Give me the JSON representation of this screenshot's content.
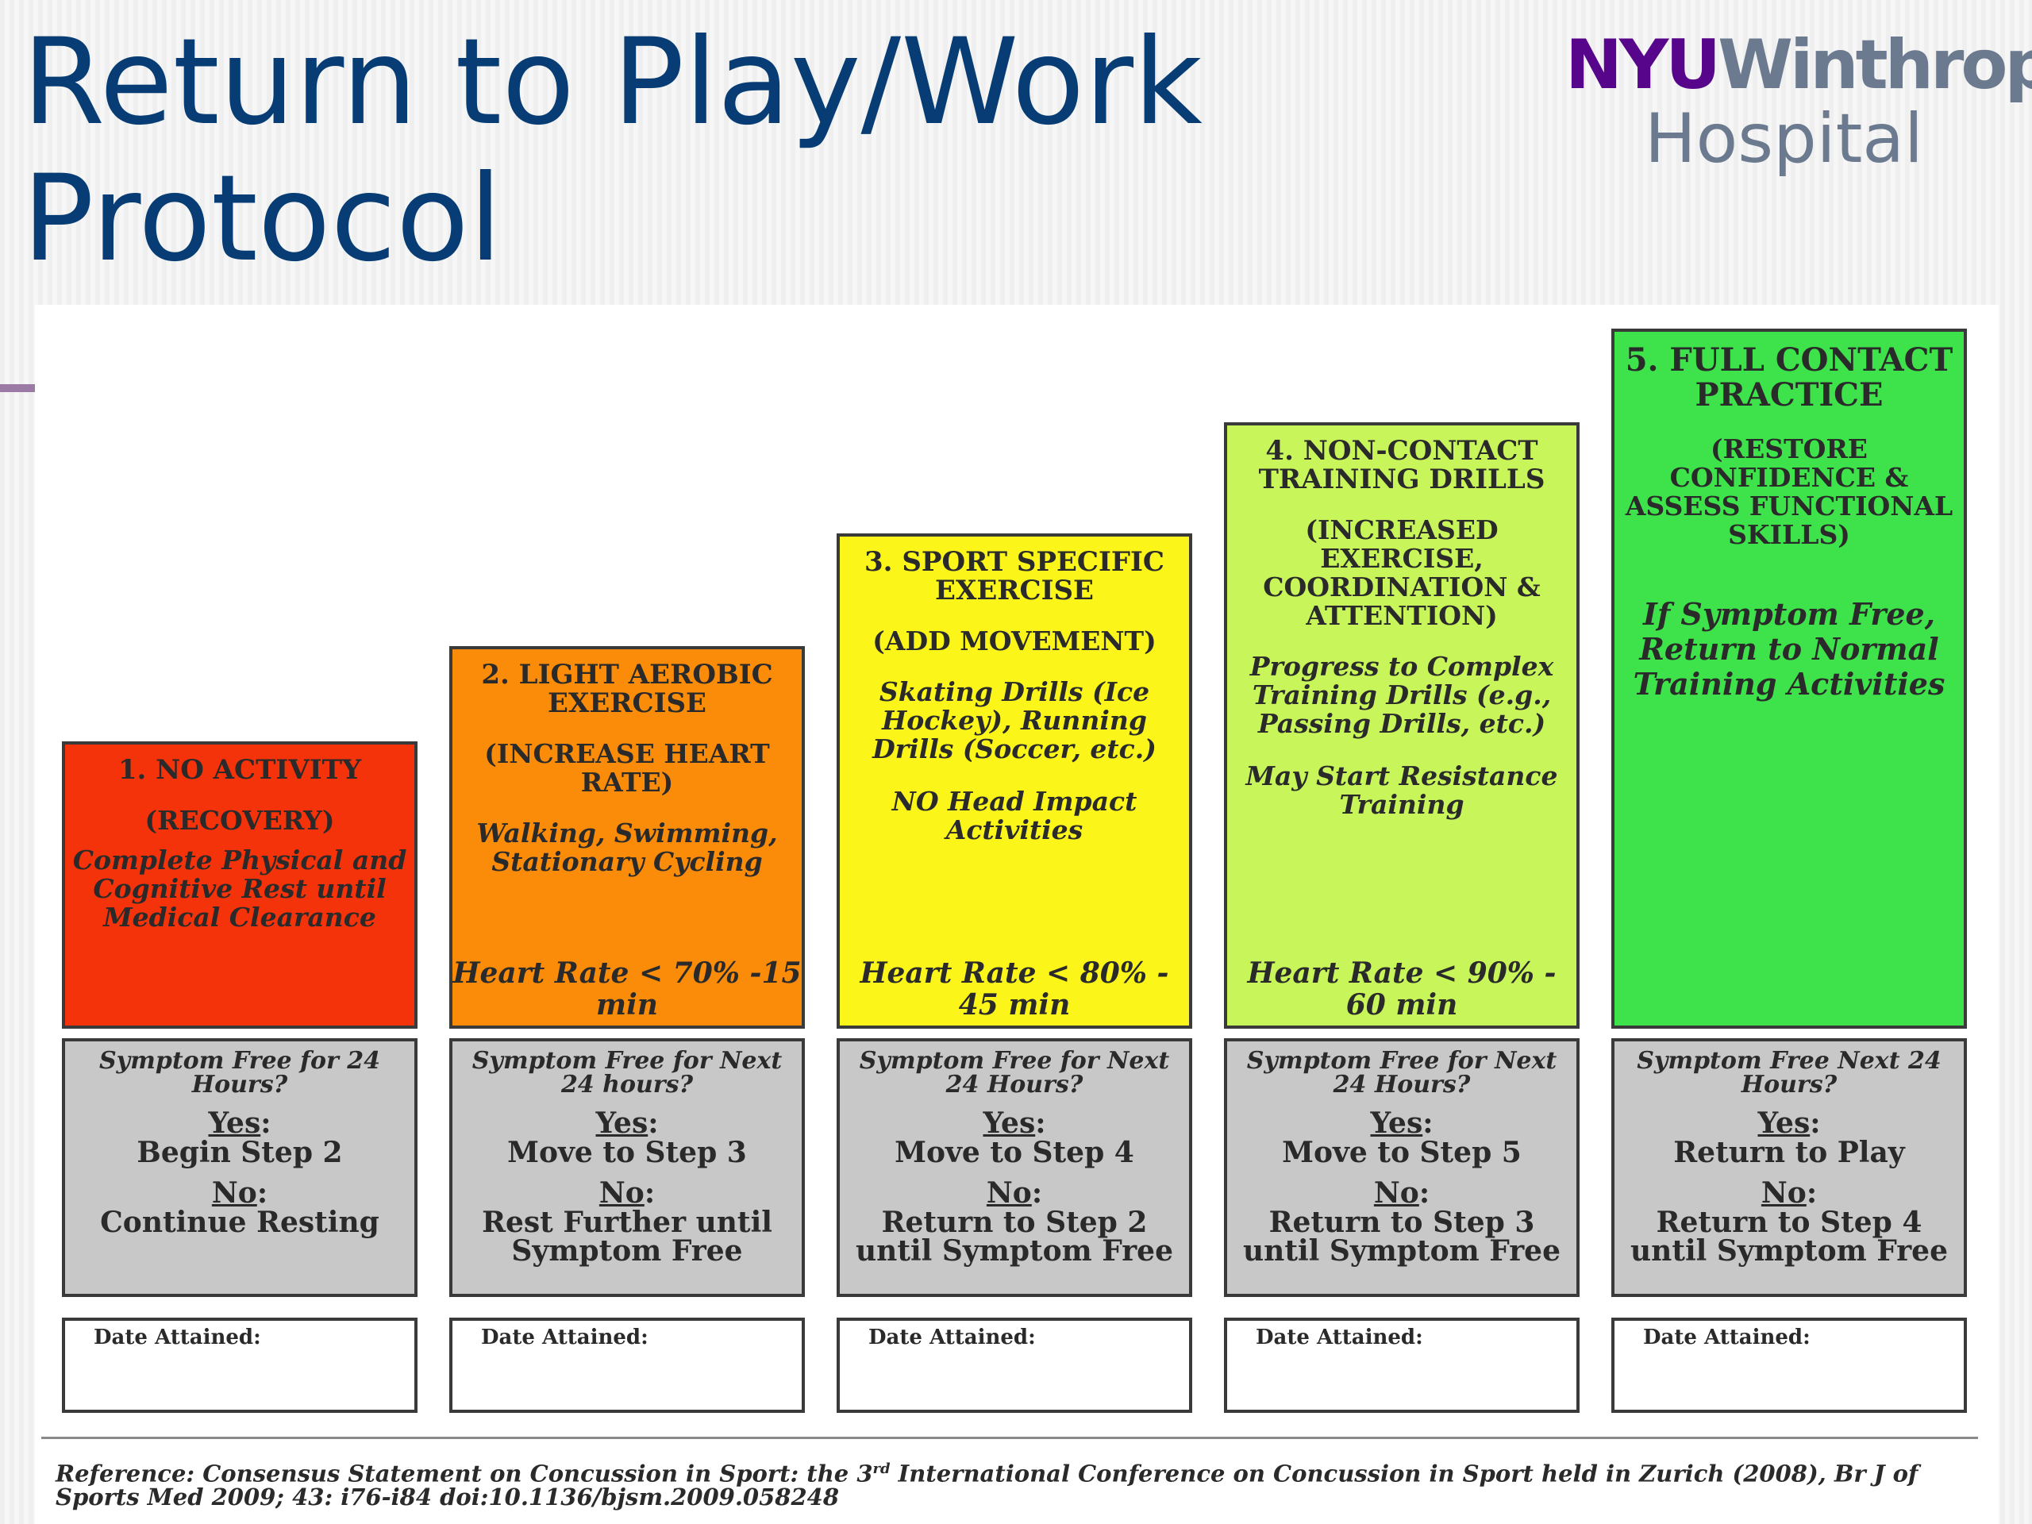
{
  "title": {
    "line1": "Return to Play/Work",
    "line2": "Protocol"
  },
  "logo": {
    "nyu": "NYU",
    "winthrop": "Winthrop",
    "hospital": "Hospital"
  },
  "stages": [
    {
      "title": "1. NO ACTIVITY",
      "subtitle": "(RECOVERY)",
      "description": "Complete Physical and Cognitive Rest until Medical Clearance",
      "heart_rate": "",
      "color": "#f5330a",
      "question": "Symptom Free for 24 Hours?",
      "yes_label": "Yes",
      "yes_action": "Begin Step 2",
      "no_label": "No",
      "no_action": "Continue Resting",
      "date_label": "Date Attained:"
    },
    {
      "title": "2. LIGHT AEROBIC EXERCISE",
      "subtitle": "(INCREASE HEART RATE)",
      "description": "Walking, Swimming, Stationary Cycling",
      "heart_rate": "Heart Rate < 70% -15 min",
      "color": "#fa8c0a",
      "question": "Symptom Free for Next 24 hours?",
      "yes_label": "Yes",
      "yes_action": "Move to Step 3",
      "no_label": "No",
      "no_action": "Rest Further until Symptom Free",
      "date_label": "Date Attained:"
    },
    {
      "title": "3. SPORT SPECIFIC EXERCISE",
      "subtitle": "(ADD MOVEMENT)",
      "description": "Skating Drills (Ice Hockey), Running Drills (Soccer, etc.)",
      "description2": "NO Head Impact Activities",
      "heart_rate": "Heart Rate < 80% - 45 min",
      "color": "#fbf51a",
      "question": "Symptom Free for Next 24 Hours?",
      "yes_label": "Yes",
      "yes_action": "Move to Step 4",
      "no_label": "No",
      "no_action": "Return to Step 2 until Symptom Free",
      "date_label": "Date Attained:"
    },
    {
      "title": "4. NON-CONTACT TRAINING DRILLS",
      "subtitle": "(INCREASED EXERCISE, COORDINATION & ATTENTION)",
      "description": "Progress to Complex Training Drills (e.g., Passing Drills, etc.)",
      "description2": "May Start Resistance Training",
      "heart_rate": "Heart Rate < 90% - 60 min",
      "color": "#c8f55a",
      "question": "Symptom Free for Next 24 Hours?",
      "yes_label": "Yes",
      "yes_action": "Move to Step 5",
      "no_label": "No",
      "no_action": "Return to Step 3 until Symptom Free",
      "date_label": "Date Attained:"
    },
    {
      "title": "5. FULL CONTACT PRACTICE",
      "subtitle": "(RESTORE CONFIDENCE & ASSESS FUNCTIONAL SKILLS)",
      "description": "If Symptom Free, Return to Normal Training Activities",
      "heart_rate": "",
      "color": "#3ee24a",
      "question": "Symptom Free Next 24 Hours?",
      "yes_label": "Yes",
      "yes_action": "Return to Play",
      "no_label": "No",
      "no_action": "Return to Step 4 until Symptom Free",
      "date_label": "Date Attained:"
    }
  ],
  "reference": {
    "prefix": "Reference: Consensus Statement on Concussion in Sport: the 3",
    "sup": "rd",
    "suffix": " International Conference on Concussion in Sport held in Zurich (2008), Br J of Sports Med 2009; 43: i76-i84 doi:10.1136/bjsm.2009.058248"
  }
}
